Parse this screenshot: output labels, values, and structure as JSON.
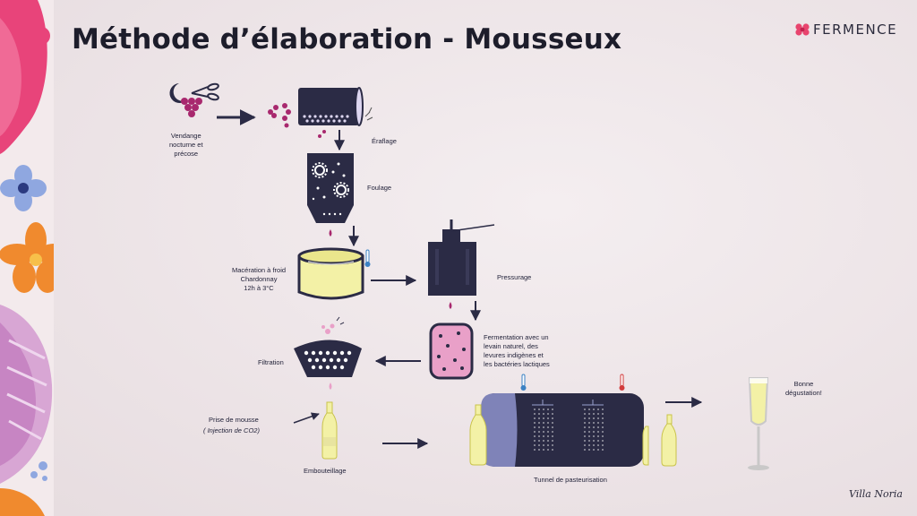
{
  "header": {
    "title": "Méthode d’élaboration - Mousseux",
    "brand": "FERMENCE"
  },
  "footer": {
    "signature": "Villa Noria"
  },
  "colors": {
    "dark": "#2b2b45",
    "grape": "#a8286e",
    "juice": "#e9a0c8",
    "wine": "#f3f1a6",
    "cold": "#3b82c4",
    "hot": "#d23c3c",
    "accent": "#e8446e"
  },
  "steps": {
    "vendange": "Vendange\nnocturne et\nprécose",
    "eraflage": "Éraflage",
    "foulage": "Foulage",
    "maceration": "Macération à froid\nChardonnay\n12h à 3°C",
    "pressurage": "Pressurage",
    "fermentation": "Fermentation avec un\nlevain naturel, des\nlevures indigènes et\nles bactéries lactiques",
    "filtration": "Filtration",
    "prise": "Prise de mousse",
    "injection": "( Injection de CO2)",
    "embouteillage": "Embouteillage",
    "tunnel": "Tunnel de pasteurisation",
    "degustation": "Bonne\ndégustation!"
  },
  "icons": [
    "moon-icon",
    "pruning-shears-icon",
    "grape-icon",
    "thermometer-icon",
    "champagne-glass-icon",
    "bottle-icon",
    "gear-icon"
  ]
}
